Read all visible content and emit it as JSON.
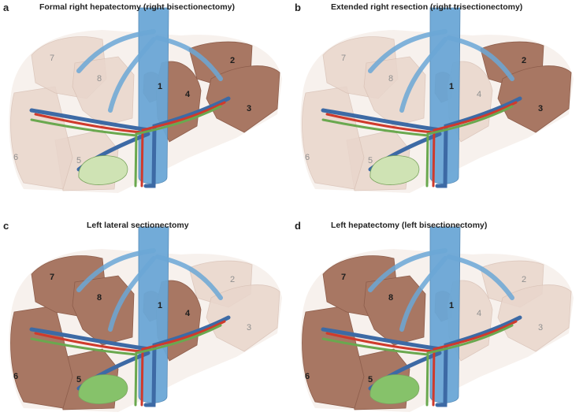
{
  "panels": [
    {
      "id": "a",
      "letter": "a",
      "title": "Formal right hepatectomy (right bisectionectomy)",
      "segments": {
        "1": "1",
        "2": "2",
        "3": "3",
        "4": "4",
        "5": "5",
        "6": "6",
        "7": "7",
        "8": "8"
      },
      "resected": [
        "5",
        "6",
        "7",
        "8"
      ],
      "colors": {
        "remnant": "#a87763",
        "resected": "#e9d6cc",
        "cava": "#6ba7d6",
        "portal": "#3d6aa5",
        "artery": "#cf3a2c",
        "bile": "#6aa84f",
        "gallbladder": "#cfe3b4"
      }
    },
    {
      "id": "b",
      "letter": "b",
      "title": "Extended right resection (right trisectionectomy)",
      "segments": {
        "1": "1",
        "2": "2",
        "3": "3",
        "4": "4",
        "5": "5",
        "6": "6",
        "7": "7",
        "8": "8"
      },
      "resected": [
        "4",
        "5",
        "6",
        "7",
        "8"
      ],
      "colors": {
        "remnant": "#a87763",
        "resected": "#e9d6cc",
        "cava": "#6ba7d6",
        "portal": "#3d6aa5",
        "artery": "#cf3a2c",
        "bile": "#6aa84f",
        "gallbladder": "#cfe3b4"
      }
    },
    {
      "id": "c",
      "letter": "c",
      "title": "Left lateral sectionectomy",
      "segments": {
        "1": "1",
        "2": "2",
        "3": "3",
        "4": "4",
        "5": "5",
        "6": "6",
        "7": "7",
        "8": "8"
      },
      "resected": [
        "2",
        "3"
      ],
      "colors": {
        "remnant": "#a87763",
        "resected": "#e9d6cc",
        "cava": "#6ba7d6",
        "portal": "#3d6aa5",
        "artery": "#cf3a2c",
        "bile": "#6aa84f",
        "gallbladder": "#86c26a"
      }
    },
    {
      "id": "d",
      "letter": "d",
      "title": "Left hepatectomy (left bisectionectomy)",
      "segments": {
        "1": "1",
        "2": "2",
        "3": "3",
        "4": "4",
        "5": "5",
        "6": "6",
        "7": "7",
        "8": "8"
      },
      "resected": [
        "2",
        "3",
        "4"
      ],
      "colors": {
        "remnant": "#a87763",
        "resected": "#e9d6cc",
        "cava": "#6ba7d6",
        "portal": "#3d6aa5",
        "artery": "#cf3a2c",
        "bile": "#6aa84f",
        "gallbladder": "#86c26a"
      }
    }
  ]
}
